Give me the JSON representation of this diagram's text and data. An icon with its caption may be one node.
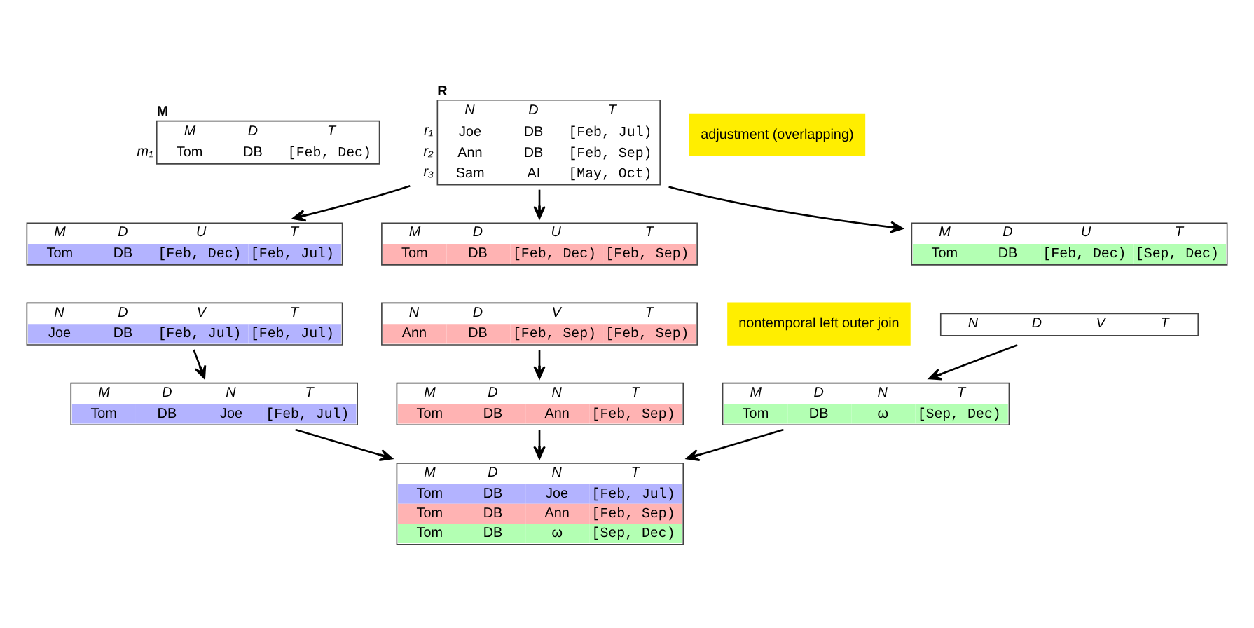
{
  "diagram": {
    "nodes": [
      {
        "text": [
          "M",
          "M",
          "D",
          "T",
          "Tom",
          "DB",
          "[Feb, Dec)"
        ],
        "beside": [
          "m₁"
        ]
      },
      {
        "text": [
          "R",
          "N",
          "D",
          "T",
          "Joe",
          "DB",
          "[Feb, Jul)",
          "Ann",
          "DB",
          "[Feb, Sep)",
          "Sam",
          "AI",
          "[May, Oct)"
        ],
        "beside": [
          "r₁",
          "r₂",
          "r₃"
        ]
      },
      {
        "text": [
          "M",
          "D",
          "U",
          "T",
          "Tom",
          "DB",
          "[Feb, Dec)",
          "[Feb, Jul)"
        ]
      },
      {
        "text": [
          "M",
          "D",
          "U",
          "T",
          "Tom",
          "DB",
          "[Feb, Dec)",
          "[Feb, Sep)"
        ]
      },
      {
        "text": [
          "M",
          "D",
          "U",
          "T",
          "Tom",
          "DB",
          "[Feb, Dec)",
          "[Sep, Dec)"
        ]
      },
      {
        "text": [
          "N",
          "D",
          "V",
          "T",
          "Joe",
          "DB",
          "[Feb, Jul)",
          "[Feb, Jul)"
        ]
      },
      {
        "text": [
          "N",
          "D",
          "V",
          "T",
          "Ann",
          "DB",
          "[Feb, Sep)",
          "[Feb, Sep)"
        ]
      },
      {
        "text": [
          "N",
          "D",
          "V",
          "T"
        ]
      },
      {
        "text": [
          "M",
          "D",
          "N",
          "T",
          "Tom",
          "DB",
          "Joe",
          "[Feb, Jul)"
        ]
      },
      {
        "text": [
          "M",
          "D",
          "N",
          "T",
          "Tom",
          "DB",
          "Ann",
          "[Feb, Sep)"
        ]
      },
      {
        "text": [
          "M",
          "D",
          "N",
          "T",
          "Tom",
          "DB",
          "ω",
          "[Sep, Dec)"
        ]
      },
      {
        "text": [
          "M",
          "D",
          "N",
          "T",
          "Tom",
          "DB",
          "Joe",
          "[Feb, Jul)",
          "Tom",
          "DB",
          "Ann",
          "[Feb, Sep)",
          "Tom",
          "DB",
          "ω",
          "[Sep, Dec)"
        ]
      }
    ],
    "edges": [
      {
        "from": 1,
        "to": 2,
        "arrow": "to"
      },
      {
        "from": 1,
        "to": 3,
        "arrow": "to"
      },
      {
        "from": 1,
        "to": 4,
        "arrow": "to"
      },
      {
        "from": 5,
        "to": 8,
        "arrow": "to"
      },
      {
        "from": 6,
        "to": 9,
        "arrow": "to"
      },
      {
        "from": 7,
        "to": 10,
        "arrow": "to"
      },
      {
        "from": 8,
        "to": 11,
        "arrow": "to"
      },
      {
        "from": 9,
        "to": 11,
        "arrow": "to"
      },
      {
        "from": 10,
        "to": 11,
        "arrow": "to"
      }
    ],
    "labels": [
      "adjustment (overlapping)",
      "nontemporal left outer join"
    ]
  }
}
